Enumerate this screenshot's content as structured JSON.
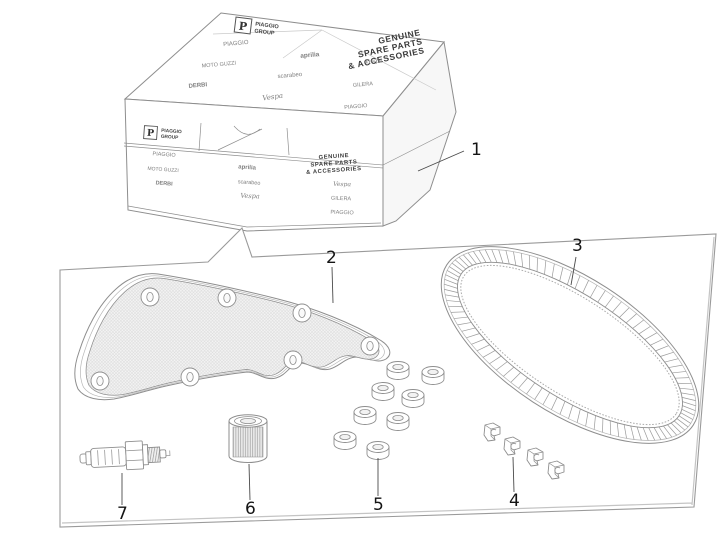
{
  "box": {
    "group_logo_letter": "P",
    "group_logo_name": [
      "PIAGGIO",
      "GROUP"
    ],
    "tagline": [
      "GENUINE",
      "SPARE PARTS",
      "& ACCESSORIES"
    ],
    "top_face_brands": [
      "PIAGGIO",
      "aprilia",
      "Vespa",
      "MOTO GUZZI",
      "scarabeo",
      "GILERA",
      "DERBI",
      "Vespa",
      "PIAGGIO"
    ],
    "front_face_brands": [
      "PIAGGIO",
      "MOTO GUZZI",
      "DERBI",
      "aprilia",
      "scarabeo",
      "Vespa",
      "Vespa",
      "GILERA",
      "PIAGGIO"
    ]
  },
  "callouts": [
    {
      "label": "1"
    },
    {
      "label": "2"
    },
    {
      "label": "3"
    },
    {
      "label": "4"
    },
    {
      "label": "5"
    },
    {
      "label": "6"
    },
    {
      "label": "7"
    }
  ],
  "parts_depicted": {
    "rollers_count": 8,
    "clips_count": 4
  },
  "colors": {
    "background": "#ffffff",
    "part_line": "#8e8e8e",
    "board_line": "#9a9a9a",
    "callout_text": "#141414",
    "brand_text": "#808080",
    "mesh_fill": "#f4f4f4",
    "mesh_line": "#d9d9d9"
  }
}
